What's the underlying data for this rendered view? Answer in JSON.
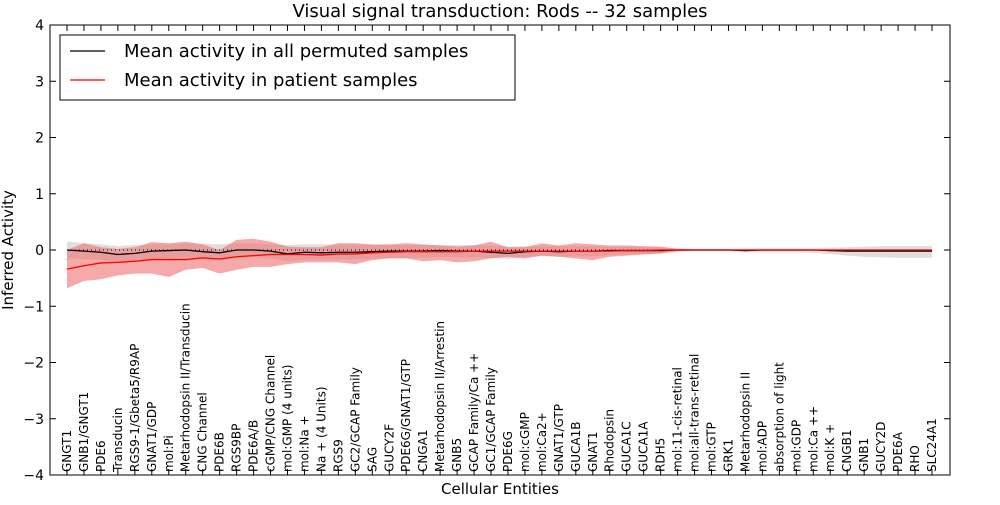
{
  "chart_data": {
    "type": "line",
    "title": "Visual signal transduction: Rods -- 32 samples",
    "xlabel": "Cellular Entities",
    "ylabel": "Inferred Activity",
    "ylim": [
      -4,
      4
    ],
    "yticks": [
      "4",
      "3",
      "2",
      "1",
      "0",
      "−1",
      "−2",
      "−3",
      "−4"
    ],
    "yticks_values": [
      4,
      3,
      2,
      1,
      0,
      -1,
      -2,
      -3,
      -4
    ],
    "grid": false,
    "legend_position": "top-left",
    "categories": [
      "GNGT1",
      "GNB1/GNGT1",
      "PDE6",
      "Transducin",
      "RGS9-1/Gbeta5/R9AP",
      "GNAT1/GDP",
      "mol:Pi",
      "Metarhodopsin II/Transducin",
      "CNG Channel",
      "PDE6B",
      "RGS9BP",
      "PDE6A/B",
      "cGMP/CNG Channel",
      "mol:GMP (4 units)",
      "mol:Na +",
      "Na + (4 Units)",
      "RGS9",
      "GC2/GCAP Family",
      "SAG",
      "GUCY2F",
      "PDE6G/GNAT1/GTP",
      "CNGA1",
      "Metarhodopsin II/Arrestin",
      "GNB5",
      "GCAP Family/Ca ++",
      "GC1/GCAP Family",
      "PDE6G",
      "mol:cGMP",
      "mol:Ca2+",
      "GNAT1/GTP",
      "GUCA1B",
      "GNAT1",
      "Rhodopsin",
      "GUCA1C",
      "GUCA1A",
      "RDH5",
      "mol:11-cis-retinal",
      "mol:all-trans-retinal",
      "mol:GTP",
      "GRK1",
      "Metarhodopsin II",
      "mol:ADP",
      "absorption of light",
      "mol:GDP",
      "mol:Ca ++",
      "mol:K +",
      "CNGB1",
      "GNB1",
      "GUCY2D",
      "PDE6A",
      "RHO",
      "SLC24A1"
    ],
    "series": [
      {
        "name": "Mean activity in all permuted samples",
        "color": "#000000",
        "values": [
          0.0,
          -0.02,
          -0.04,
          -0.08,
          -0.06,
          -0.02,
          -0.01,
          0.0,
          -0.03,
          -0.05,
          0.0,
          0.0,
          -0.02,
          -0.07,
          -0.04,
          -0.05,
          -0.04,
          -0.04,
          -0.03,
          -0.02,
          -0.02,
          -0.02,
          -0.01,
          -0.02,
          -0.02,
          -0.04,
          -0.06,
          -0.03,
          -0.02,
          -0.03,
          -0.02,
          -0.02,
          -0.01,
          -0.01,
          -0.01,
          -0.01,
          0.0,
          0.0,
          0.0,
          0.0,
          -0.01,
          0.0,
          0.0,
          0.0,
          0.0,
          -0.01,
          -0.02,
          -0.02,
          -0.02,
          -0.02,
          -0.02,
          -0.02
        ],
        "band_upper": [
          0.15,
          0.12,
          0.1,
          0.07,
          0.09,
          0.1,
          0.1,
          0.12,
          0.11,
          0.1,
          0.12,
          0.12,
          0.1,
          0.09,
          0.1,
          0.1,
          0.1,
          0.1,
          0.09,
          0.09,
          0.09,
          0.09,
          0.09,
          0.09,
          0.09,
          0.08,
          0.06,
          0.07,
          0.07,
          0.07,
          0.07,
          0.07,
          0.06,
          0.06,
          0.05,
          0.05,
          0.03,
          0.02,
          0.02,
          0.02,
          0.03,
          0.03,
          0.03,
          0.03,
          0.03,
          0.04,
          0.05,
          0.06,
          0.07,
          0.07,
          0.07,
          0.07
        ],
        "band_lower": [
          -0.15,
          -0.16,
          -0.18,
          -0.22,
          -0.2,
          -0.16,
          -0.14,
          -0.13,
          -0.16,
          -0.19,
          -0.13,
          -0.13,
          -0.15,
          -0.2,
          -0.17,
          -0.18,
          -0.17,
          -0.17,
          -0.16,
          -0.14,
          -0.14,
          -0.14,
          -0.12,
          -0.13,
          -0.13,
          -0.14,
          -0.16,
          -0.12,
          -0.11,
          -0.12,
          -0.11,
          -0.11,
          -0.09,
          -0.08,
          -0.07,
          -0.07,
          -0.03,
          -0.02,
          -0.02,
          -0.02,
          -0.04,
          -0.04,
          -0.04,
          -0.04,
          -0.05,
          -0.07,
          -0.1,
          -0.12,
          -0.13,
          -0.14,
          -0.14,
          -0.14
        ]
      },
      {
        "name": "Mean activity in patient samples",
        "color": "#ff0000",
        "values": [
          -0.34,
          -0.28,
          -0.23,
          -0.22,
          -0.2,
          -0.17,
          -0.17,
          -0.17,
          -0.14,
          -0.16,
          -0.12,
          -0.1,
          -0.08,
          -0.08,
          -0.08,
          -0.09,
          -0.07,
          -0.07,
          -0.05,
          -0.04,
          -0.03,
          -0.03,
          -0.03,
          -0.03,
          -0.02,
          -0.02,
          -0.02,
          -0.02,
          -0.02,
          -0.02,
          -0.02,
          -0.02,
          -0.02,
          -0.01,
          -0.01,
          0.0,
          0.0,
          0.0,
          0.0,
          0.0,
          0.0,
          0.0,
          0.0,
          0.0,
          0.0,
          0.0,
          0.0,
          0.0,
          0.0,
          0.0,
          0.0,
          0.0
        ],
        "band_upper": [
          0.0,
          0.12,
          0.05,
          0.02,
          0.05,
          0.14,
          0.12,
          0.15,
          0.1,
          0.0,
          0.18,
          0.2,
          0.15,
          0.06,
          0.05,
          0.05,
          0.12,
          0.12,
          0.1,
          0.1,
          0.12,
          0.1,
          0.08,
          0.06,
          0.08,
          0.15,
          0.05,
          0.05,
          0.12,
          0.08,
          0.12,
          0.1,
          0.08,
          0.08,
          0.07,
          0.06,
          0.02,
          0.01,
          0.01,
          0.01,
          0.01,
          0.01,
          0.01,
          0.01,
          0.01,
          0.01,
          0.01,
          0.01,
          0.01,
          0.01,
          0.01,
          0.01
        ],
        "band_lower": [
          -0.68,
          -0.55,
          -0.52,
          -0.45,
          -0.42,
          -0.42,
          -0.48,
          -0.35,
          -0.32,
          -0.42,
          -0.35,
          -0.3,
          -0.3,
          -0.25,
          -0.22,
          -0.22,
          -0.22,
          -0.25,
          -0.18,
          -0.15,
          -0.15,
          -0.2,
          -0.18,
          -0.22,
          -0.2,
          -0.15,
          -0.12,
          -0.15,
          -0.1,
          -0.12,
          -0.15,
          -0.18,
          -0.12,
          -0.1,
          -0.08,
          -0.06,
          -0.02,
          -0.01,
          -0.01,
          -0.01,
          -0.01,
          -0.01,
          -0.01,
          -0.01,
          -0.01,
          -0.01,
          -0.01,
          -0.01,
          -0.01,
          -0.01,
          -0.01,
          -0.01
        ]
      }
    ],
    "zero_line": 0
  }
}
